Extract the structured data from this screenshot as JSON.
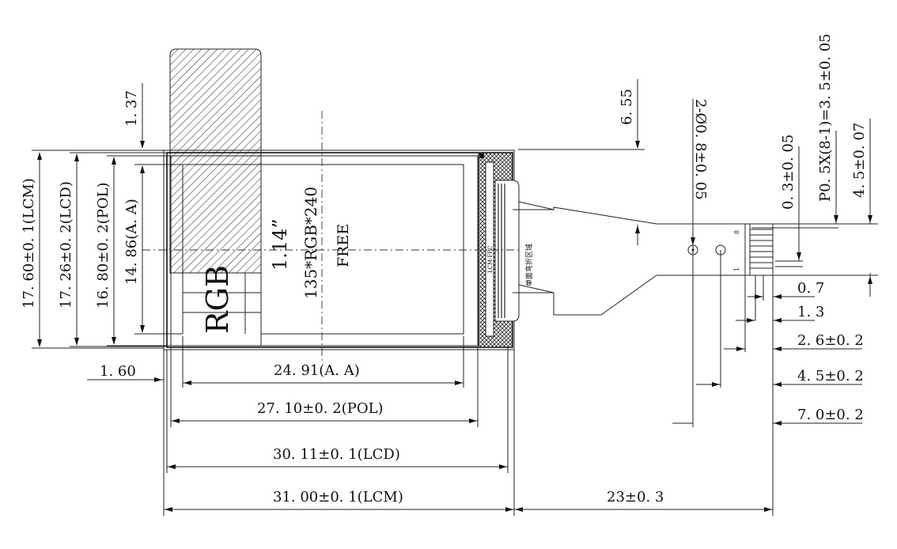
{
  "panel": {
    "size": "1.14”",
    "resolution": "135*RGB*240",
    "free": "FREE",
    "rgb": "RGB",
    "fpc_note": "单面弯折区域",
    "fpc_code": "LCM-FPC"
  },
  "dims": {
    "d_1_37": "1. 37",
    "d_6_55": "6. 55",
    "d_holes": "2-Ø0. 8±0. 05",
    "d_pitch_w": "0. 3±0. 05",
    "d_pitch": "P0. 5X(8-1)=3. 5±0. 05",
    "d_4_5_007": "4. 5±0. 07",
    "h_lcm": "17. 60±0. 1(LCM)",
    "h_lcd": "17. 26±0. 2(LCD)",
    "h_pol": "16. 80±0. 2(POL)",
    "h_aa": "14. 86(A. A)",
    "d_1_60": "1. 60",
    "w_aa": "24. 91(A. A)",
    "w_pol": "27. 10±0. 2(POL)",
    "w_lcd": "30. 11±0. 1(LCD)",
    "w_lcm": "31. 00±0. 1(LCM)",
    "w_fpc": "23±0. 3",
    "r_0_7": "0. 7",
    "r_1_3": "1. 3",
    "r_2_6": "2. 6±0. 2",
    "r_4_5": "4. 5±0. 2",
    "r_7_0": "7. 0±0. 2",
    "pin_8": "8",
    "pin_1": "1"
  }
}
